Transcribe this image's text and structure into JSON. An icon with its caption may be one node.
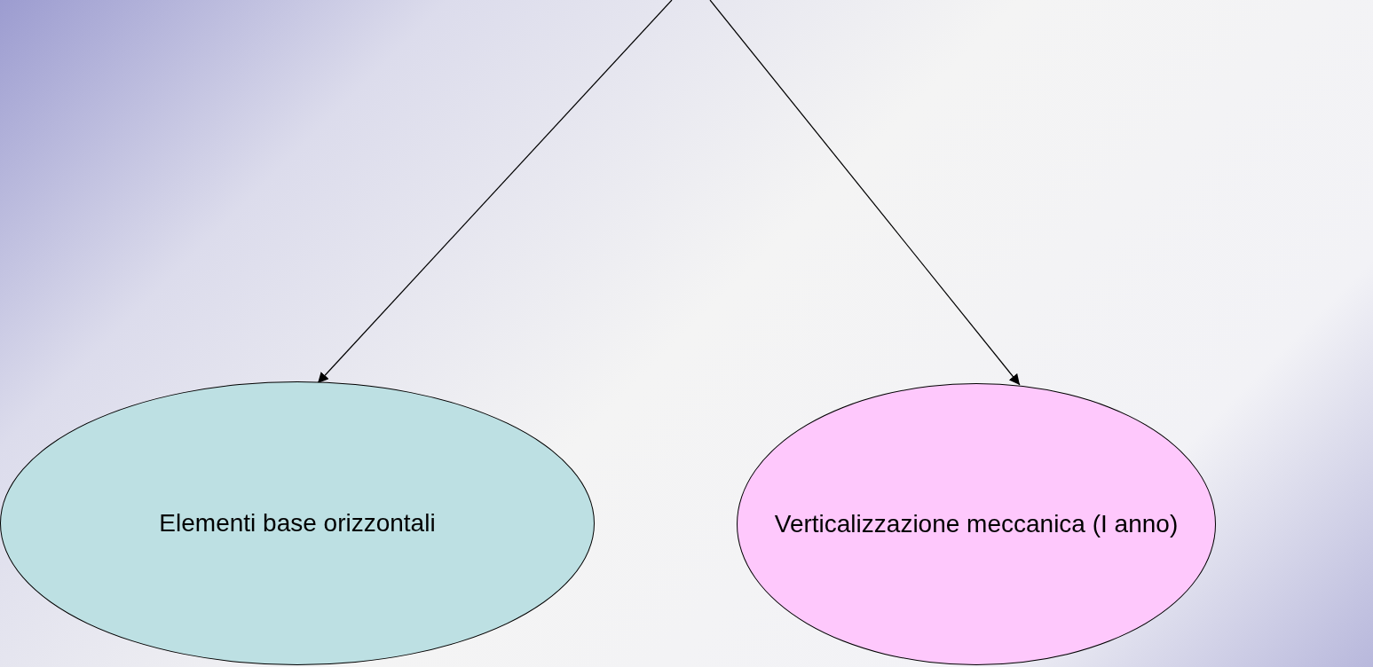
{
  "diagram": {
    "nodes": [
      {
        "text": [
          "Elementi base orizzontali"
        ]
      },
      {
        "text": [
          "Verticalizzazione meccanica (I anno)"
        ]
      }
    ],
    "edges": [
      {
        "from": null,
        "to": 0,
        "arrow": "to"
      },
      {
        "from": null,
        "to": 1,
        "arrow": "to"
      }
    ]
  }
}
